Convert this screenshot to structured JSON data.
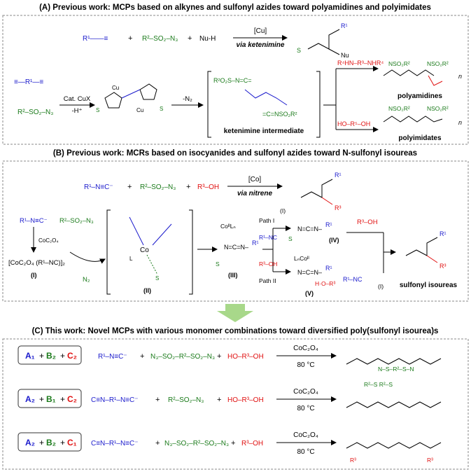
{
  "panels": {
    "a": {
      "title": "(A) Previous work: MCPs based on alkynes and sulfonyl azides toward polyamidines and polyimidates",
      "top_reaction": {
        "alkyne": "R¹——≡",
        "sulfonyl_azide": "R²–SO₂–N₃",
        "nucleophile": "Nu-H",
        "catalyst": "[Cu]",
        "via": "via ketenimine",
        "product_subst": "R¹",
        "product_nu": "Nu"
      },
      "bottom": {
        "dialkyne": "≡—R¹—≡",
        "azide": "R²–SO₂–N₃",
        "catalyst": "Cat. CuX",
        "minus_h": "-H⁺",
        "minus_n2": "-N₂",
        "triazole_cu": "Cu",
        "intermediate_label": "ketenimine intermediate",
        "intermediate_top": "R²O₂S–N=C=",
        "intermediate_bottom": "=C=NSO₂R²",
        "diamine": "R⁴HN–R³–NHR⁴",
        "diol": "HO–R⁵–OH",
        "polyamidines": "polyamidines",
        "polyimidates": "polyimidates",
        "nso2r2": "NSO₂R²",
        "n_sub": "n"
      }
    },
    "b": {
      "title": "(B) Previous work: MCRs based on isocyanides and sulfonyl azides toward N-sulfonyl isoureas",
      "top_reaction": {
        "isocyanide": "R¹–N≡C⁻",
        "azide": "R²–SO₂–N₃",
        "alcohol": "R³–OH",
        "catalyst": "[Co]",
        "via": "via nitrene"
      },
      "mechanism": {
        "isocyanide": "R¹–N≡C⁻",
        "cobalt_reagent": "CoC₂O₄",
        "complex_I": "[CoC₂O₄ (R¹–NC)]₂",
        "label_I": "(I)",
        "azide": "R²–SO₂–N₃",
        "n2": "N₂",
        "label_II": "(II)",
        "label_III": "(III)",
        "coln": "CoᴵᴵLₙ",
        "path1": "Path I",
        "path2": "Path II",
        "r1nc": "R¹–NC",
        "r3oh": "R³–OH",
        "label_IV": "(IV)",
        "label_V": "(V)",
        "lnco": "LₙCoᴵᴵ",
        "released_I": "(I)",
        "product": "sulfonyl isoureas"
      }
    },
    "c": {
      "title": "(C) This work: Novel MCPs with various monomer combinations toward diversified poly(sulfonyl isourea)s",
      "rows": [
        {
          "combo_a": "A₁",
          "combo_b": "B₂",
          "combo_c": "C₂",
          "m1": "R¹–N≡C⁻",
          "m2": "N₃–SO₂–R²–SO₂–N₃",
          "m3": "HO–R³–OH",
          "cat": "CoC₂O₄",
          "temp": "80 °C"
        },
        {
          "combo_a": "A₂",
          "combo_b": "B₁",
          "combo_c": "C₂",
          "m1": "C≡N–R¹–N≡C⁻",
          "m2": "R²–SO₂–N₃",
          "m3": "HO–R³–OH",
          "cat": "CoC₂O₄",
          "temp": "80 °C"
        },
        {
          "combo_a": "A₂",
          "combo_b": "B₂",
          "combo_c": "C₁",
          "m1": "C≡N–R¹–N≡C⁻",
          "m2": "N₃–SO₂–R²–SO₂–N₃",
          "m3": "R³–OH",
          "cat": "CoC₂O₄",
          "temp": "80 °C"
        }
      ]
    }
  },
  "colors": {
    "blue": "#1a1acc",
    "green": "#1a7a1a",
    "red": "#e01010",
    "arrow_green": "#a8d88a",
    "box_border": "#888888"
  }
}
